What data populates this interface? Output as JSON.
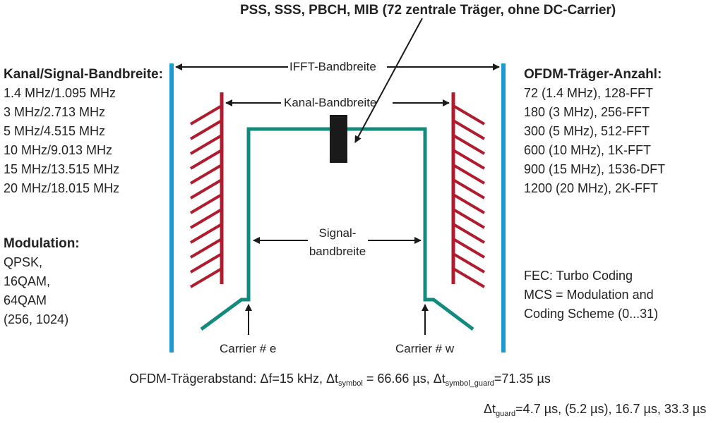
{
  "top_label": "PSS, SSS, PBCH, MIB (72 zentrale Träger, ohne DC-Carrier)",
  "ifft_label": "IFFT-Bandbreite",
  "kanal_label": "Kanal-Bandbreite",
  "signal_label_1": "Signal-",
  "signal_label_2": "bandbreite",
  "carrier_e": "Carrier # e",
  "carrier_w": "Carrier # w",
  "left_panel": {
    "heading": "Kanal/Signal-Bandbreite:",
    "items": [
      "1.4 MHz/1.095 MHz",
      "3 MHz/2.713 MHz",
      "5 MHz/4.515 MHz",
      "10 MHz/9.013 MHz",
      "15 MHz/13.515 MHz",
      "20 MHz/18.015 MHz"
    ]
  },
  "modulation": {
    "heading": "Modulation:",
    "items": [
      "QPSK,",
      "16QAM,",
      "64QAM",
      "(256, 1024)"
    ]
  },
  "right_panel": {
    "heading": "OFDM-Träger-Anzahl:",
    "items": [
      "72 (1.4 MHz), 128-FFT",
      "180 (3 MHz), 256-FFT",
      "300 (5 MHz), 512-FFT",
      "600 (10 MHz), 1K-FFT",
      "900 (15 MHz), 1536-DFT",
      "1200 (20 MHz), 2K-FFT"
    ]
  },
  "fec": {
    "line1": "FEC: Turbo Coding",
    "line2": "MCS = Modulation and",
    "line3": "Coding Scheme (0...31)"
  },
  "spacing": {
    "prefix": "OFDM-Trägerabstand: Δf=15 kHz, Δt",
    "sub_symbol": "symbol",
    "mid": " = 66.66 µs, Δt",
    "sub_symbol_guard": "symbol_guard",
    "suffix": "=71.35 µs"
  },
  "guard": {
    "prefix": "Δt",
    "sub_guard": "guard",
    "suffix": "=4.7 µs, (5.2 µs), 16.7 µs, 33.3 µs"
  },
  "colors": {
    "blue": "#1b9ad6",
    "red": "#b01c2e",
    "teal": "#138a7e",
    "black": "#1a1a1a"
  }
}
